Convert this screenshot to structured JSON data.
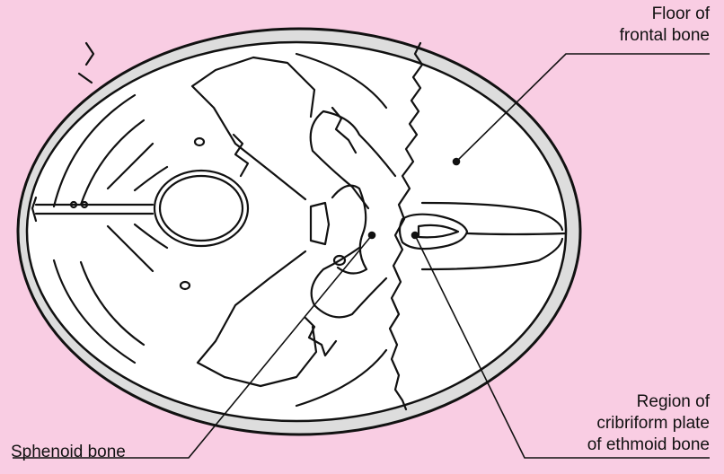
{
  "colors": {
    "background": "#F9CDE3",
    "skull_rim": "#DDDDDD",
    "skull_interior": "#FFFFFF",
    "outline": "#111111"
  },
  "labels": {
    "floor_frontal": [
      "Floor of",
      "frontal bone"
    ],
    "cribriform": [
      "Region of",
      "cribriform plate",
      "of ethmoid bone"
    ],
    "sphenoid": [
      "Sphenoid bone"
    ]
  }
}
